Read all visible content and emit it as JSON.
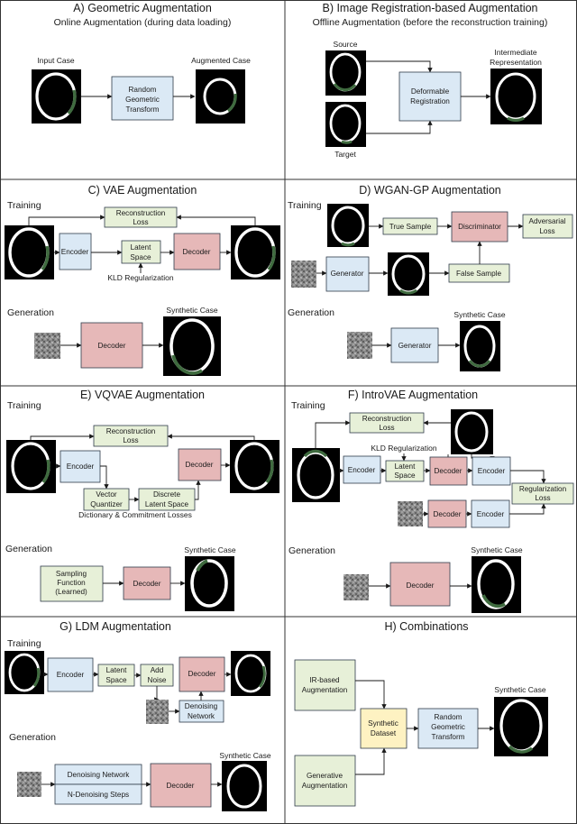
{
  "panels": {
    "a": {
      "title": "A) Geometric Augmentation",
      "subtitle": "Online Augmentation (during data loading)",
      "input": "Input Case",
      "augmented": "Augmented Case",
      "box": [
        "Random",
        "Geometric",
        "Transform"
      ]
    },
    "b": {
      "title": "B) Image Registration-based Augmentation",
      "subtitle": "Offline Augmentation (before the reconstruction training)",
      "source": "Source",
      "target": "Target",
      "intermediate": [
        "Intermediate",
        "Representation"
      ],
      "box": [
        "Deformable",
        "Registration"
      ]
    },
    "c": {
      "title": "C) VAE Augmentation",
      "training": "Training",
      "generation": "Generation",
      "recon": [
        "Reconstruction",
        "Loss"
      ],
      "encoder": "Encoder",
      "latent": [
        "Latent",
        "Space"
      ],
      "decoder": "Decoder",
      "kld": "KLD Regularization",
      "gen_decoder": "Decoder",
      "synthetic": "Synthetic Case"
    },
    "d": {
      "title": "D) WGAN-GP Augmentation",
      "training": "Training",
      "generation": "Generation",
      "true_sample": "True Sample",
      "discriminator": "Discriminator",
      "adversarial": [
        "Adversarial",
        "Loss"
      ],
      "generator": "Generator",
      "false_sample": "False Sample",
      "gen_generator": "Generator",
      "synthetic": "Synthetic Case"
    },
    "e": {
      "title": "E) VQVAE Augmentation",
      "training": "Training",
      "generation": "Generation",
      "recon": [
        "Reconstruction",
        "Loss"
      ],
      "encoder": "Encoder",
      "decoder": "Decoder",
      "vq": [
        "Vector",
        "Quantizer"
      ],
      "discrete": [
        "Discrete",
        "Latent Space"
      ],
      "dict": "Dictionary & Commitment Losses",
      "sampling": [
        "Sampling",
        "Function",
        "(Learned)"
      ],
      "gen_decoder": "Decoder",
      "synthetic": "Synthetic Case"
    },
    "f": {
      "title": "F) IntroVAE Augmentation",
      "training": "Training",
      "generation": "Generation",
      "recon": [
        "Reconstruction",
        "Loss"
      ],
      "kld": "KLD Regularization",
      "encoder": "Encoder",
      "latent": [
        "Latent",
        "Space"
      ],
      "decoder": "Decoder",
      "encoder2": "Encoder",
      "reg": [
        "Regularization",
        "Loss"
      ],
      "decoder2": "Decoder",
      "encoder3": "Encoder",
      "gen_decoder": "Decoder",
      "synthetic": "Synthetic Case"
    },
    "g": {
      "title": "G) LDM Augmentation",
      "training": "Training",
      "generation": "Generation",
      "encoder": "Encoder",
      "latent": [
        "Latent",
        "Space"
      ],
      "noise": [
        "Add",
        "Noise"
      ],
      "decoder": "Decoder",
      "denoise": [
        "Denoising",
        "Network"
      ],
      "gen_denoise": "Denoising Network",
      "steps": "N-Denoising Steps",
      "gen_decoder": "Decoder",
      "synthetic": "Synthetic Case"
    },
    "h": {
      "title": "H) Combinations",
      "ir": [
        "IR-based",
        "Augmentation"
      ],
      "dataset": [
        "Synthetic",
        "Dataset"
      ],
      "transform": [
        "Random",
        "Geometric",
        "Transform"
      ],
      "generative": [
        "Generative",
        "Augmentation"
      ],
      "synthetic": "Synthetic Case"
    }
  },
  "colors": {
    "encoder": "#dbe9f5",
    "loss": "#e7f0d8",
    "decoder": "#e6b8b8",
    "dataset": "#fef2c2",
    "ring": "#ffffff",
    "ring_accent": "#3f6b3f"
  }
}
